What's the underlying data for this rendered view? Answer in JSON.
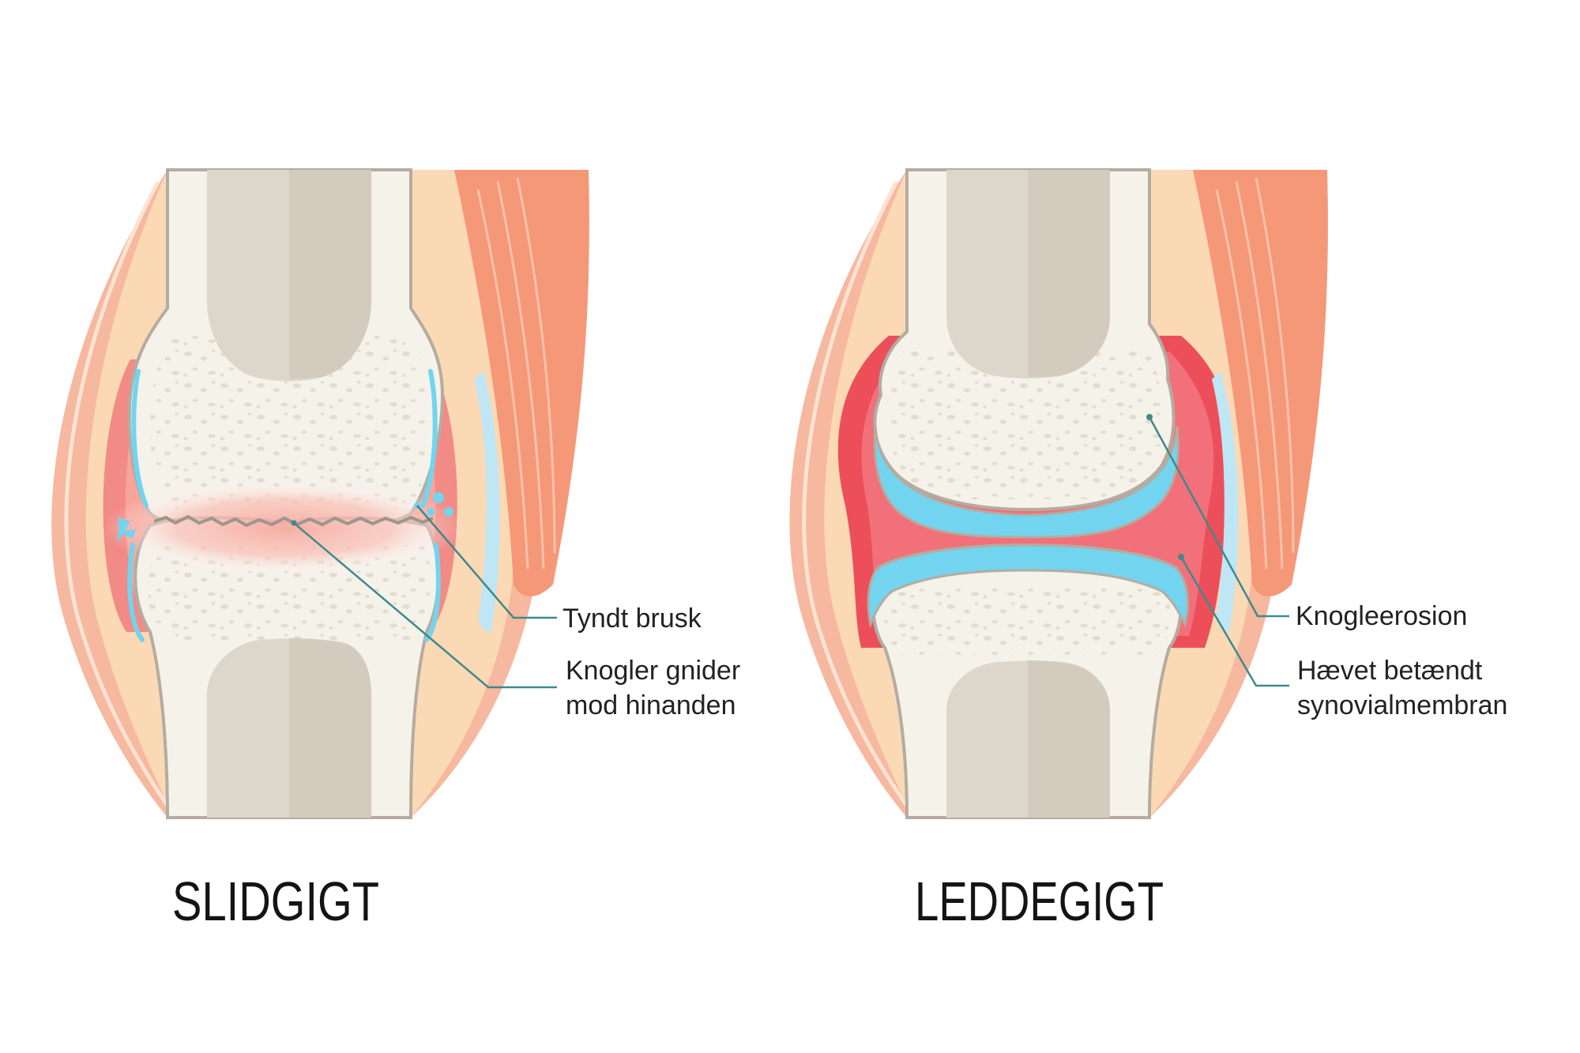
{
  "colors": {
    "background": "#ffffff",
    "skin_outer": "#f6b89f",
    "skin_line": "#f3a27f",
    "fat_layer": "#fbd9b5",
    "muscle": "#f59878",
    "muscle_line": "#fbc2aa",
    "bone_outer": "#f5f2ea",
    "bone_inner": "#ddd6ca",
    "bone_outline": "#b5aca1",
    "spongy_dots": "#e4dcd0",
    "cartilage": "#72d4ef",
    "synovial_normal": "#f28b85",
    "synovial_inflamed": "#ec4f5a",
    "bursa": "#bfe6f4",
    "pointer_line": "#3e8a8a"
  },
  "diagrams": [
    {
      "id": "slidgigt",
      "title": "SLIDGIGT",
      "labels": [
        {
          "id": "thin-cartilage",
          "lines": [
            "Tyndt brusk"
          ]
        },
        {
          "id": "bones-rubbing",
          "lines": [
            "Knogler gnider",
            "mod hinanden"
          ]
        }
      ]
    },
    {
      "id": "leddegigt",
      "title": "LEDDEGIGT",
      "labels": [
        {
          "id": "bone-erosion",
          "lines": [
            "Knogleerosion"
          ]
        },
        {
          "id": "swollen-membrane",
          "lines": [
            "Hævet betændt",
            "synovialmembran"
          ]
        }
      ]
    }
  ]
}
